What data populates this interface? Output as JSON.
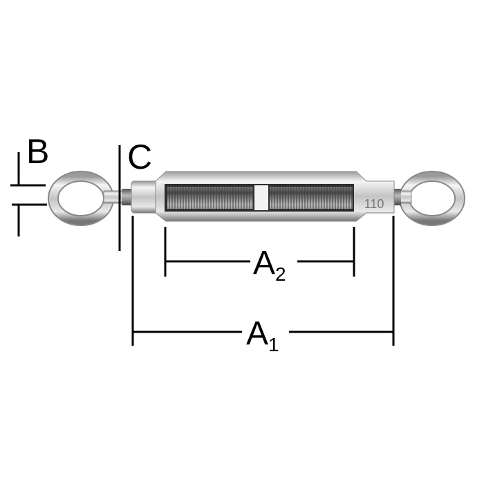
{
  "labels": {
    "b": "B",
    "c": "C",
    "a2": {
      "letter": "A",
      "sub": "2"
    },
    "a1": {
      "letter": "A",
      "sub": "1"
    }
  },
  "engraving": "110",
  "colors": {
    "metal_light": "#eeeeee",
    "metal_mid": "#b8b8b8",
    "metal_dark": "#6e6e6e",
    "line": "#000000"
  }
}
